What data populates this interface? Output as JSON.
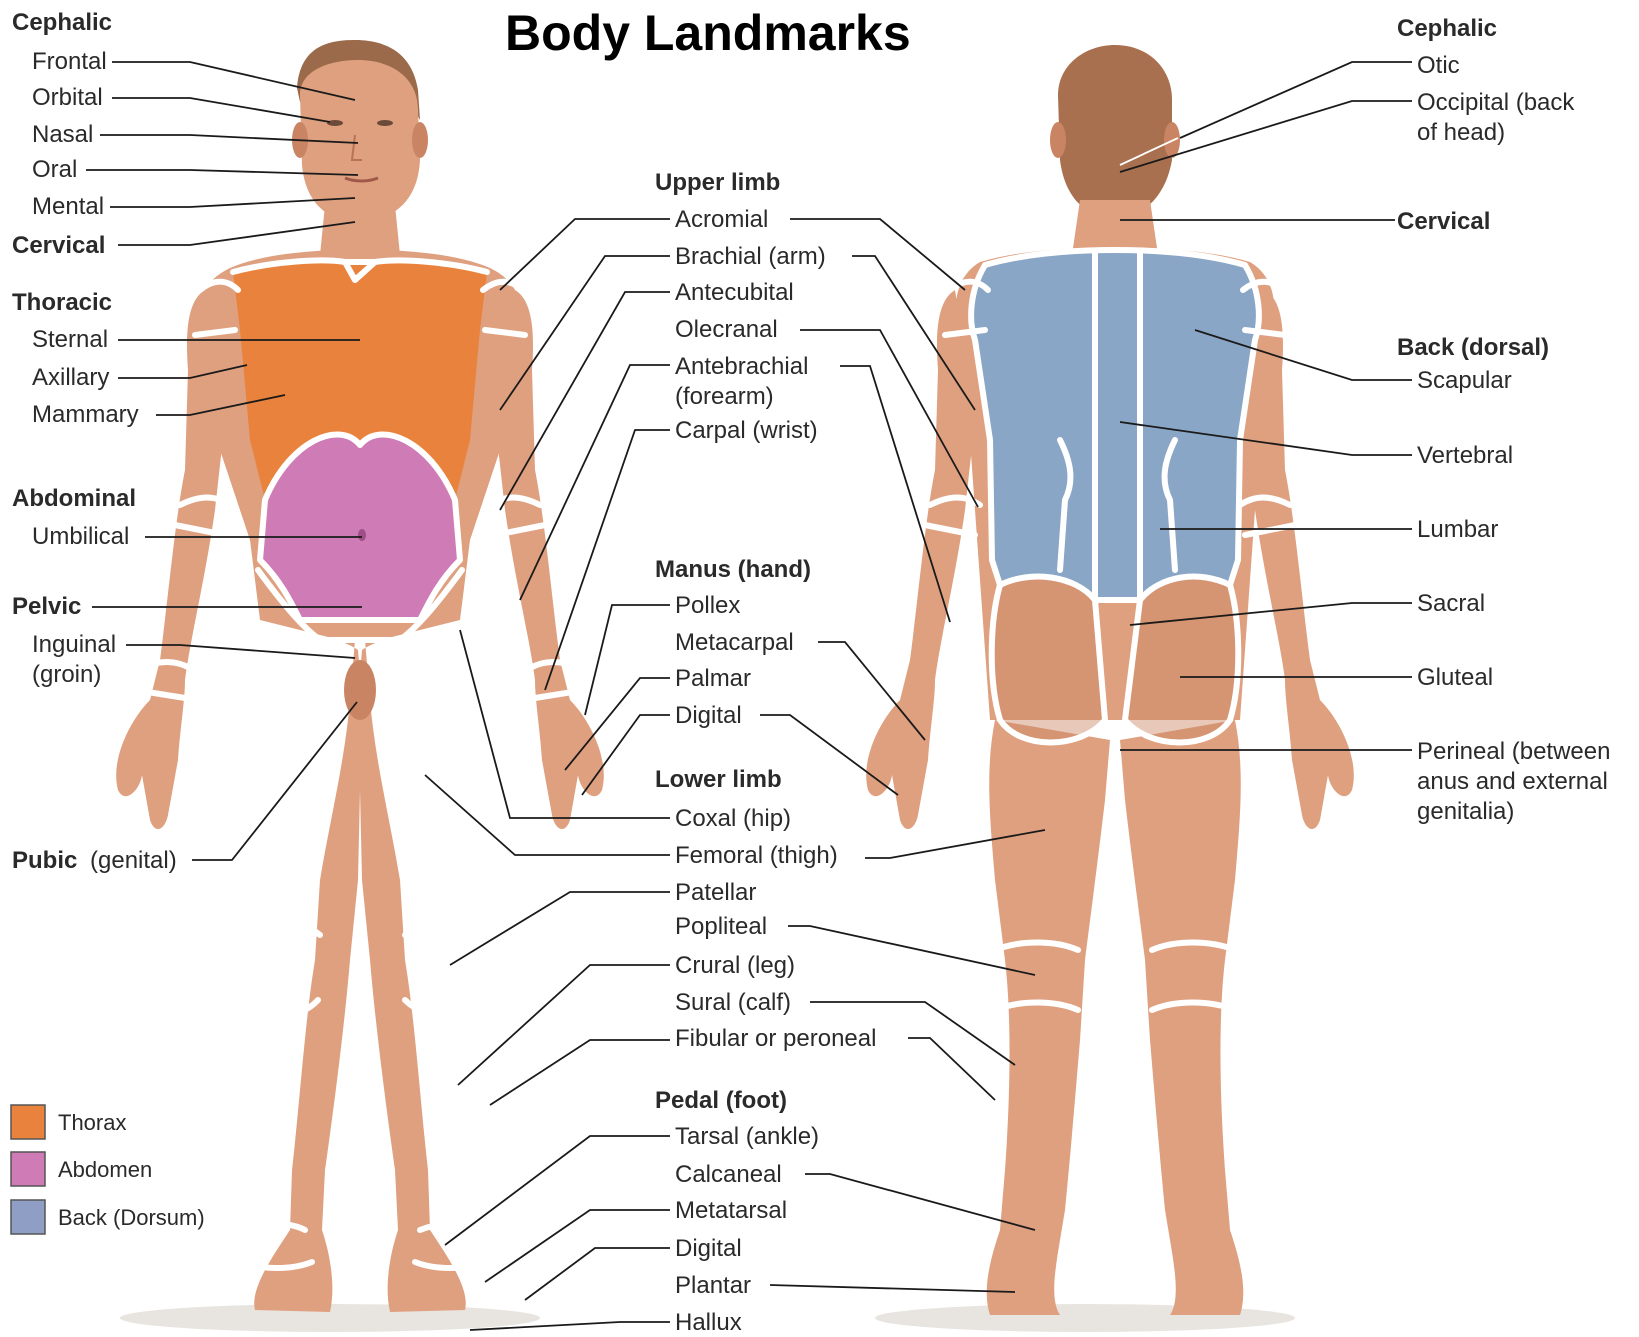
{
  "title": "Body Landmarks",
  "colors": {
    "thorax": "#e9823c",
    "abdomen": "#cf7bb5",
    "back": "#8e9ec4",
    "back_fill": "#8aa6c6",
    "skin": "#dfa07f",
    "hair": "#9a6a4a"
  },
  "left_labels": {
    "cephalic": "Cephalic",
    "frontal": "Frontal",
    "orbital": "Orbital",
    "nasal": "Nasal",
    "oral": "Oral",
    "mental": "Mental",
    "cervical": "Cervical",
    "thoracic": "Thoracic",
    "sternal": "Sternal",
    "axillary": "Axillary",
    "mammary": "Mammary",
    "abdominal": "Abdominal",
    "umbilical": "Umbilical",
    "pelvic": "Pelvic",
    "inguinal_1": "Inguinal",
    "inguinal_2": "(groin)",
    "pubic_bold": "Pubic",
    "pubic_rest": "(genital)"
  },
  "center_labels": {
    "upper_limb": "Upper limb",
    "acromial": "Acromial",
    "brachial": "Brachial (arm)",
    "antecubital": "Antecubital",
    "olecranal": "Olecranal",
    "antebrachial_1": "Antebrachial",
    "antebrachial_2": "(forearm)",
    "carpal": "Carpal (wrist)",
    "manus": "Manus (hand)",
    "pollex": "Pollex",
    "metacarpal": "Metacarpal",
    "palmar": "Palmar",
    "digital_hand": "Digital",
    "lower_limb": "Lower limb",
    "coxal": "Coxal (hip)",
    "femoral": "Femoral (thigh)",
    "patellar": "Patellar",
    "popliteal": "Popliteal",
    "crural": "Crural (leg)",
    "sural": "Sural (calf)",
    "fibular": "Fibular or peroneal",
    "pedal": "Pedal (foot)",
    "tarsal": "Tarsal (ankle)",
    "calcaneal": "Calcaneal",
    "metatarsal": "Metatarsal",
    "digital_foot": "Digital",
    "plantar": "Plantar",
    "hallux": "Hallux"
  },
  "right_labels": {
    "cephalic": "Cephalic",
    "otic": "Otic",
    "occipital_1": "Occipital (back",
    "occipital_2": "of head)",
    "cervical": "Cervical",
    "back_dorsal": "Back (dorsal)",
    "scapular": "Scapular",
    "vertebral": "Vertebral",
    "lumbar": "Lumbar",
    "sacral": "Sacral",
    "gluteal": "Gluteal",
    "perineal_1": "Perineal (between",
    "perineal_2": "anus and external",
    "perineal_3": "genitalia)"
  },
  "legend": {
    "items": [
      {
        "label": "Thorax",
        "color": "#e9823c"
      },
      {
        "label": "Abdomen",
        "color": "#cf7bb5"
      },
      {
        "label": "Back (Dorsum)",
        "color": "#8e9ec4"
      }
    ]
  }
}
